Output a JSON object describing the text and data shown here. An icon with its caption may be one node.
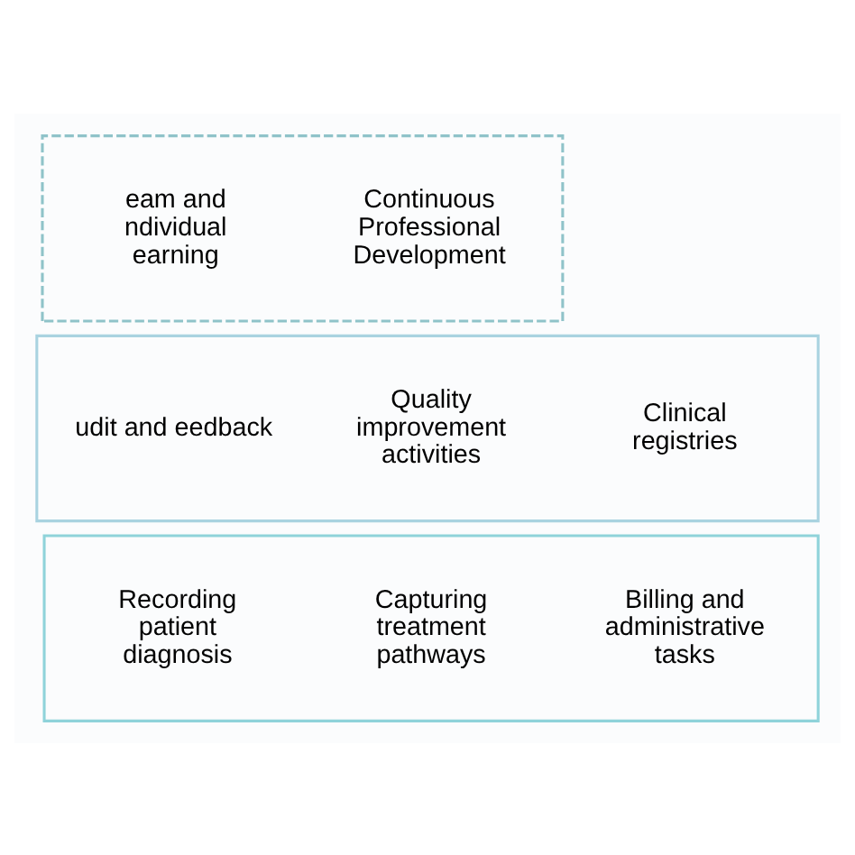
{
  "diagram": {
    "nodes": [
      {
        "text": [],
        "shape": "box"
      },
      {
        "text": [
          "eam and ndividual earning"
        ],
        "in": 0
      },
      {
        "text": [
          "Continuous Professional Development"
        ],
        "in": 0
      },
      {
        "text": [],
        "shape": "box"
      },
      {
        "text": [
          "udit and eedback"
        ],
        "in": 3
      },
      {
        "text": [
          "Quality improvement activities"
        ],
        "in": 3
      },
      {
        "text": [
          "Clinical registries"
        ],
        "in": 3
      },
      {
        "text": [],
        "shape": "box"
      },
      {
        "text": [
          "Recording patient diagnosis"
        ],
        "in": 7
      },
      {
        "text": [
          "Capturing treatment pathways"
        ],
        "in": 7
      },
      {
        "text": [
          "Billing and administrative tasks"
        ],
        "in": 7
      }
    ]
  }
}
